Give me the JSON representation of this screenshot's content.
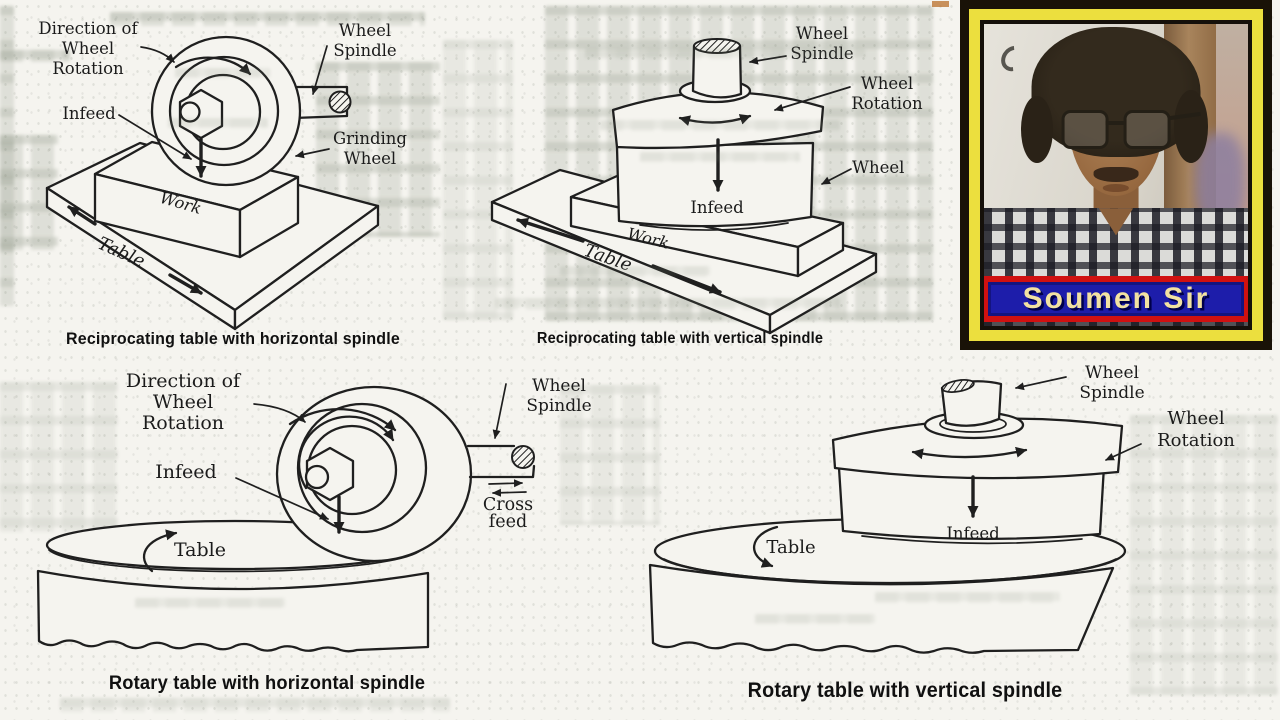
{
  "colors": {
    "paper": "#f5f4ef",
    "ink": "#1f1f1f",
    "bleed_text": "#aab2a6",
    "frame_outer": "#191207",
    "frame_yellow": "#ecdf3e",
    "banner_border": "#d01111",
    "banner_bg": "#1d1daa",
    "banner_text": "#f2e2a2"
  },
  "diagrams": {
    "recip_horizontal": {
      "caption": "Reciprocating table with horizontal spindle",
      "labels": {
        "direction_line1": "Direction of",
        "direction_line2": "Wheel",
        "direction_line3": "Rotation",
        "wheel_spindle_line1": "Wheel",
        "wheel_spindle_line2": "Spindle",
        "infeed": "Infeed",
        "grinding_wheel_line1": "Grinding",
        "grinding_wheel_line2": "Wheel",
        "work": "Work",
        "table": "Table"
      }
    },
    "recip_vertical": {
      "caption": "Reciprocating table with vertical spindle",
      "labels": {
        "wheel_spindle_line1": "Wheel",
        "wheel_spindle_line2": "Spindle",
        "wheel_rotation_line1": "Wheel",
        "wheel_rotation_line2": "Rotation",
        "wheel": "Wheel",
        "infeed": "Infeed",
        "work": "Work",
        "table": "Table"
      }
    },
    "rotary_horizontal": {
      "caption": "Rotary table with horizontal spindle",
      "labels": {
        "direction_line1": "Direction of",
        "direction_line2": "Wheel",
        "direction_line3": "Rotation",
        "infeed": "Infeed",
        "wheel_spindle_line1": "Wheel",
        "wheel_spindle_line2": "Spindle",
        "cross_feed_line1": "Cross",
        "cross_feed_line2": "feed",
        "table": "Table"
      }
    },
    "rotary_vertical": {
      "caption": "Rotary table with vertical spindle",
      "labels": {
        "wheel_spindle_line1": "Wheel",
        "wheel_spindle_line2": "Spindle",
        "wheel_rotation_line1": "Wheel",
        "wheel_rotation_line2": "Rotation",
        "infeed": "Infeed",
        "table": "Table"
      }
    }
  },
  "photo_card": {
    "caption": "Soumen Sir"
  }
}
